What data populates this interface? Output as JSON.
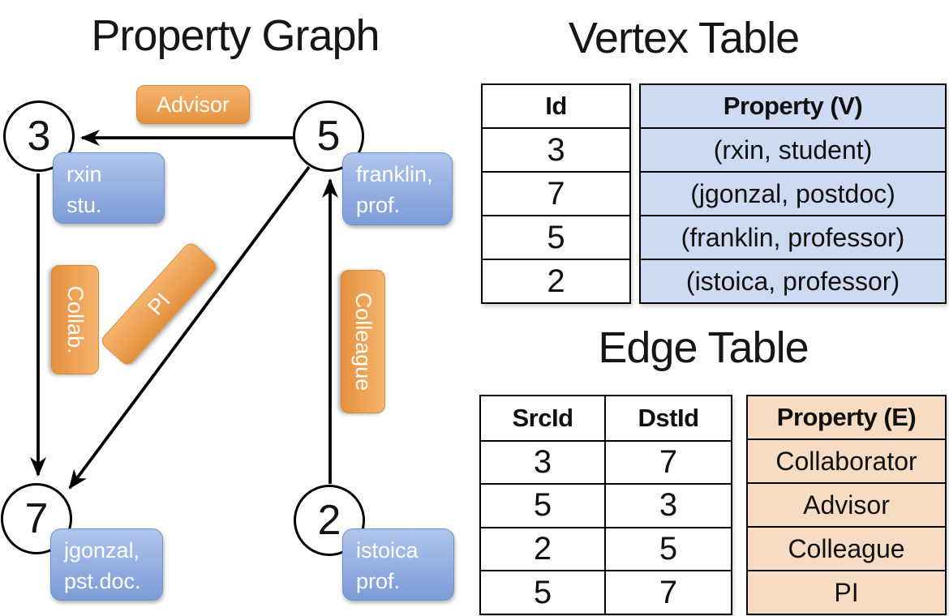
{
  "graph": {
    "title": "Property Graph",
    "nodes": [
      {
        "id": "3",
        "label": [
          "rxin",
          "stu."
        ]
      },
      {
        "id": "5",
        "label": [
          "franklin,",
          "prof."
        ]
      },
      {
        "id": "7",
        "label": [
          "jgonzal,",
          "pst.doc."
        ]
      },
      {
        "id": "2",
        "label": [
          "istoica",
          "prof."
        ]
      }
    ],
    "edge_labels": {
      "advisor": "Advisor",
      "collab": "Collab.",
      "pi": "PI",
      "colleague": "Colleague"
    }
  },
  "vertex_table": {
    "title": "Vertex Table",
    "id_header": "Id",
    "property_header": "Property (V)",
    "rows": [
      {
        "id": "3",
        "property": "(rxin, student)"
      },
      {
        "id": "7",
        "property": "(jgonzal, postdoc)"
      },
      {
        "id": "5",
        "property": "(franklin, professor)"
      },
      {
        "id": "2",
        "property": "(istoica, professor)"
      }
    ]
  },
  "edge_table": {
    "title": "Edge Table",
    "src_header": "SrcId",
    "dst_header": "DstId",
    "property_header": "Property (E)",
    "rows": [
      {
        "src": "3",
        "dst": "7",
        "property": "Collaborator"
      },
      {
        "src": "5",
        "dst": "3",
        "property": "Advisor"
      },
      {
        "src": "2",
        "dst": "5",
        "property": "Colleague"
      },
      {
        "src": "5",
        "dst": "7",
        "property": "PI"
      }
    ]
  },
  "colors": {
    "edge_accent_orange": "#E8953F",
    "vertex_accent_blue": "#8CA9DD",
    "vertex_table_fill": "#CEDAF1",
    "edge_table_fill": "#F6DCC2",
    "line_black": "#000000"
  }
}
